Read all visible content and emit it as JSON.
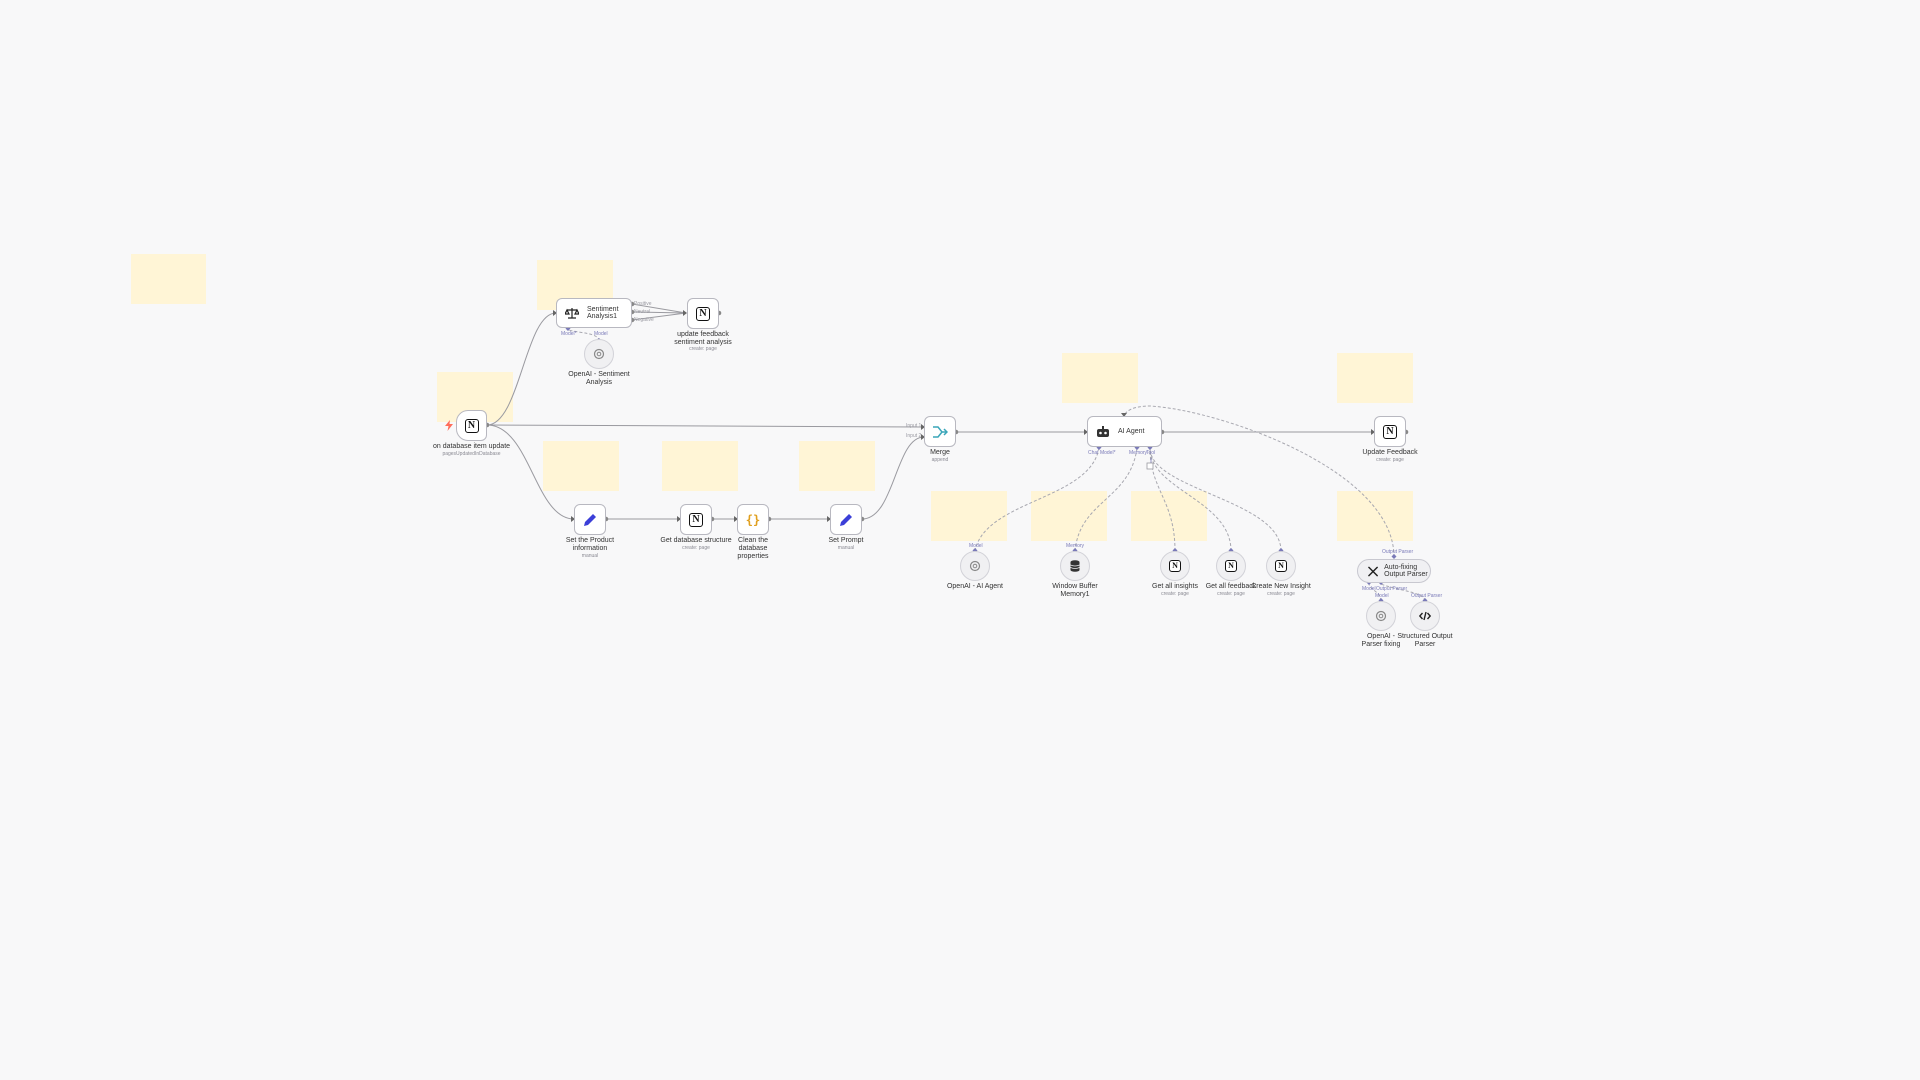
{
  "nodes": {
    "trigger": {
      "label": "on database item update",
      "sub": "pagesUpdatedInDatabase",
      "icon": "notion-icon"
    },
    "sentiment": {
      "label": "Sentiment Analysis1",
      "icon": "scales-icon",
      "outputs": [
        "Positive",
        "Neutral",
        "Negative"
      ],
      "ports": [
        "Model*",
        "Model"
      ]
    },
    "openai_sentiment": {
      "label": "OpenAI - Sentiment Analysis",
      "icon": "openai-icon"
    },
    "update_feedback_sentiment": {
      "label": "update feedback sentiment analysis",
      "sub": "create: page",
      "icon": "notion-icon"
    },
    "set_product": {
      "label": "Set the Product information",
      "sub": "manual",
      "icon": "pencil-icon"
    },
    "get_db_structure": {
      "label": "Get database structure",
      "sub": "create: page",
      "icon": "notion-icon"
    },
    "clean_db": {
      "label": "Clean the database properties",
      "icon": "braces-icon"
    },
    "set_prompt": {
      "label": "Set Prompt",
      "sub": "manual",
      "icon": "pencil-icon"
    },
    "merge": {
      "label": "Merge",
      "sub": "append",
      "inputs": [
        "Input 1",
        "Input 2"
      ],
      "icon": "merge-icon"
    },
    "ai_agent": {
      "label": "AI Agent",
      "icon": "robot-icon",
      "ports": [
        "Chat Model*",
        "Memory",
        "Tool"
      ]
    },
    "update_feedback": {
      "label": "Update Feedback",
      "sub": "create: page",
      "icon": "notion-icon"
    },
    "openai_agent": {
      "label": "OpenAI - AI Agent",
      "port": "Model",
      "icon": "openai-icon"
    },
    "window_memory": {
      "label": "Window Buffer Memory1",
      "port": "Memory",
      "icon": "database-icon"
    },
    "get_all_insights": {
      "label": "Get all insights",
      "sub": "create: page",
      "icon": "notion-icon"
    },
    "get_all_feedback": {
      "label": "Get all feedback",
      "sub": "create: page",
      "icon": "notion-icon"
    },
    "create_new_insight": {
      "label": "Create New Insight",
      "sub": "create: page",
      "icon": "notion-icon"
    },
    "auto_fixing": {
      "label": "Auto-fixing Output Parser",
      "port_top": "Output Parser",
      "port_bottom_left": "Model",
      "port_bottom_right": "Output Parser",
      "icon": "tools-icon"
    },
    "openai_parser": {
      "label": "OpenAI - Parser fixing",
      "port": "Model",
      "icon": "openai-icon"
    },
    "structured_parser": {
      "label": "Structured Output Parser",
      "port": "Output Parser",
      "icon": "code-icon"
    }
  },
  "colors": {
    "canvas": "#f8f8f9",
    "sticky": "#fff5d6",
    "edge": "#9a9aa0",
    "edge_dashed": "#a8a8b0",
    "port_accent": "#7a7ab8",
    "pencil": "#3b3fd8",
    "braces": "#e0a020",
    "merge": "#3aa6b9",
    "trigger_bolt": "#ff6d5a"
  }
}
